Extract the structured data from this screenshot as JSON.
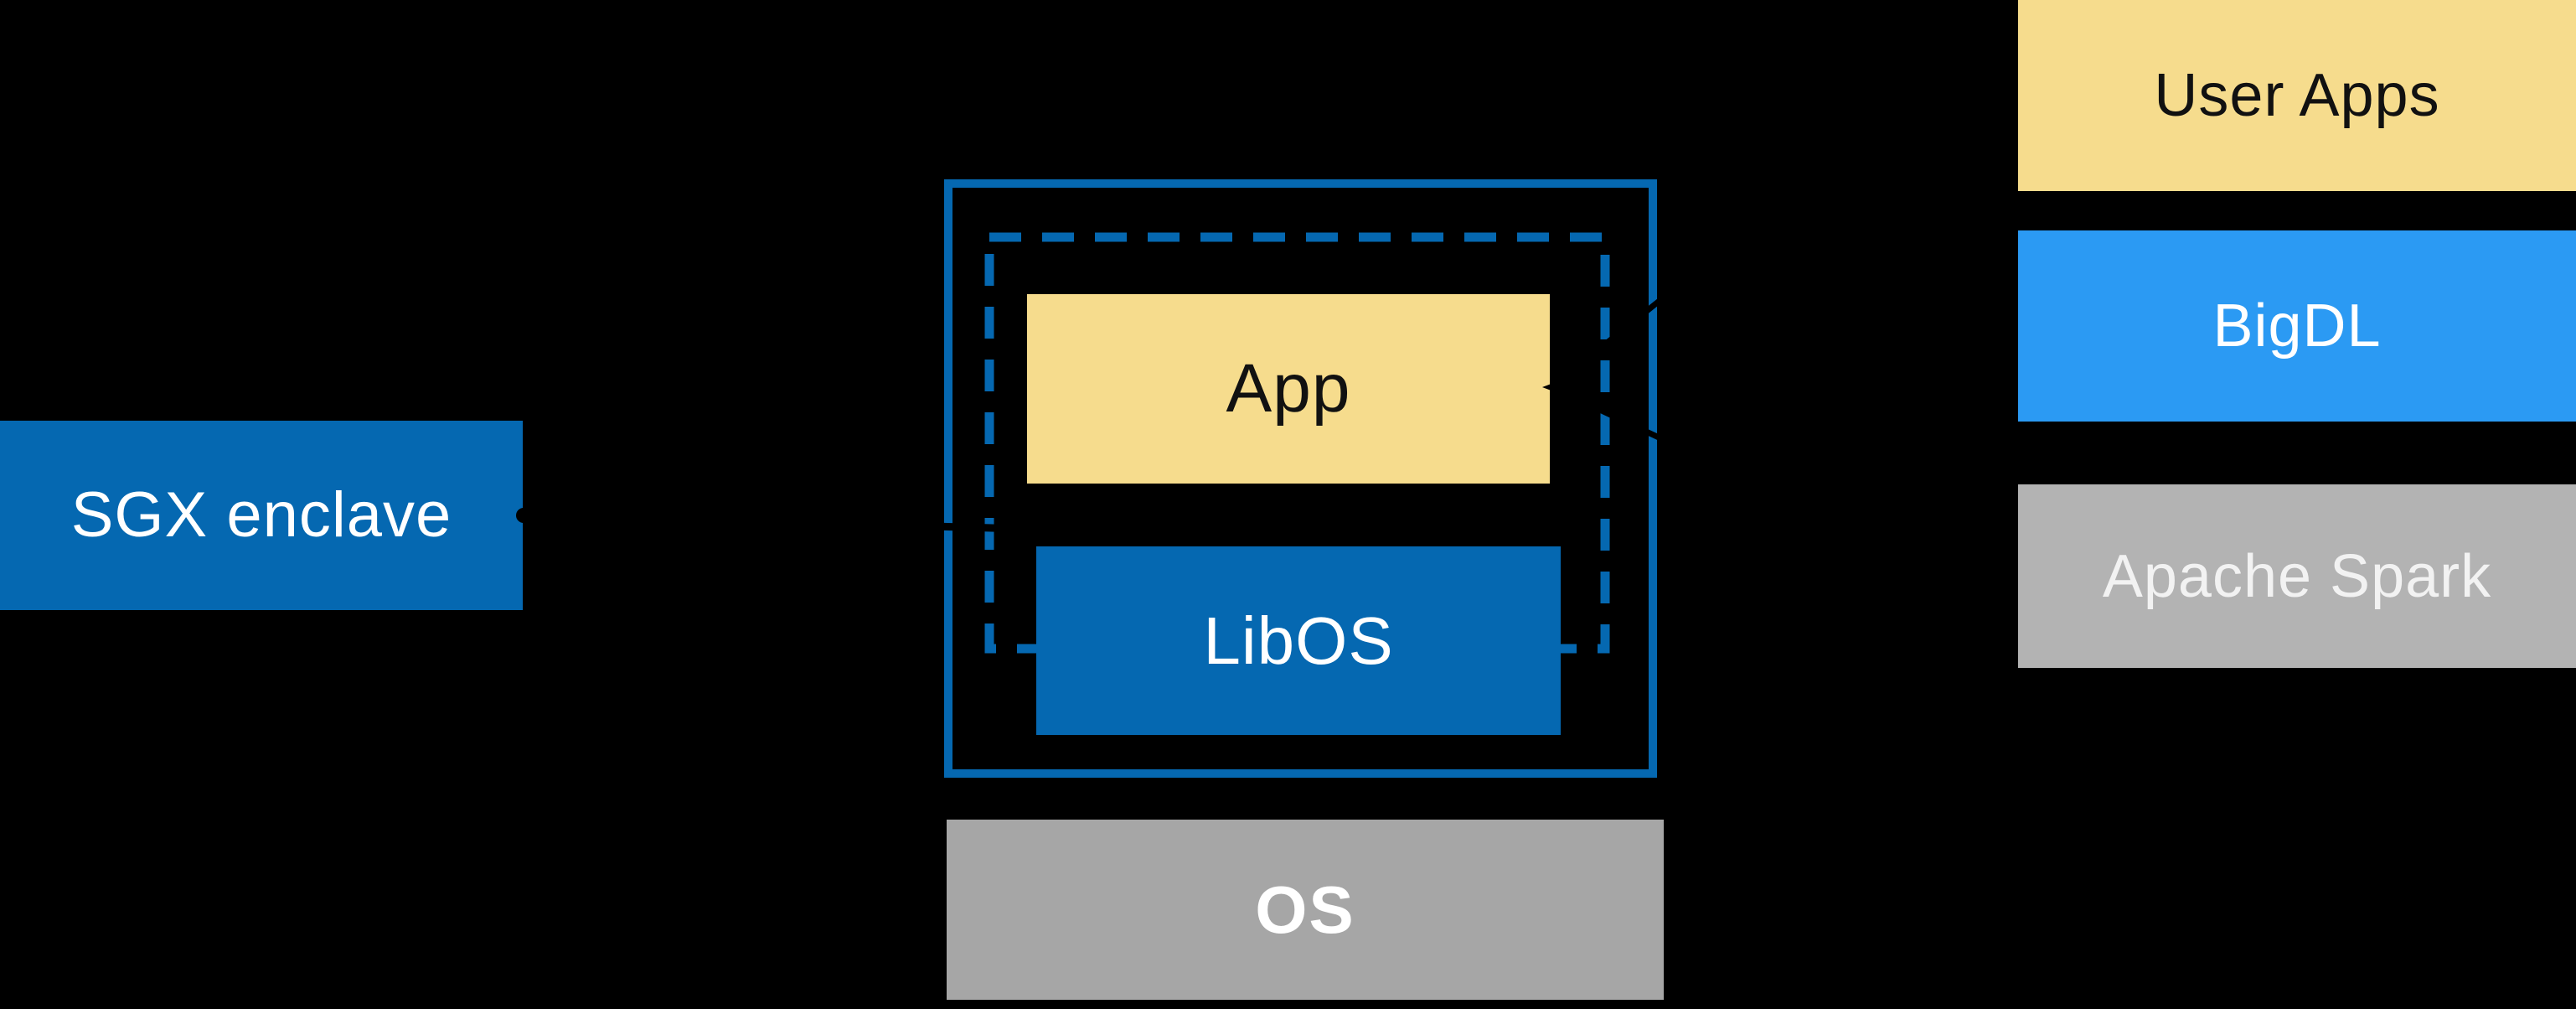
{
  "diagram": {
    "boxes": {
      "sgx": {
        "label": "SGX enclave",
        "bg": "#0568b1",
        "text_color": "#ffffff"
      },
      "app": {
        "label": "App",
        "bg": "#f6dc8d",
        "text_color": "#111111"
      },
      "libos": {
        "label": "LibOS",
        "bg": "#0568b1",
        "text_color": "#ffffff"
      },
      "os": {
        "label": "OS",
        "bg": "#a6a6a6",
        "text_color": "#ffffff"
      },
      "user_apps": {
        "label": "User Apps",
        "bg": "#f6dc8d",
        "text_color": "#111111"
      },
      "bigdl": {
        "label": "BigDL",
        "bg": "#2b9af3",
        "text_color": "#ffffff"
      },
      "apache_spark": {
        "label": "Apache Spark",
        "bg": "#b3b3b3",
        "text_color": "#f2f2f2"
      }
    },
    "outline": {
      "enclave_border_color": "#0568b1",
      "enclave_dashed_boundary_color": "#0568b1",
      "arrow_color": "#000000"
    },
    "background_color": "#000000"
  }
}
